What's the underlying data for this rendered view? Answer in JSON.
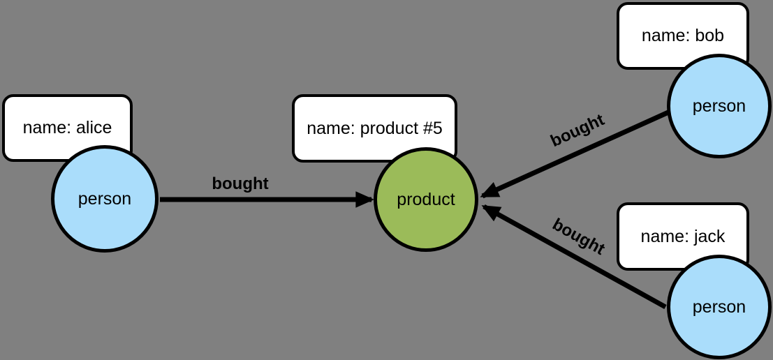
{
  "background_color": "#808080",
  "border_color": "#000000",
  "graph": {
    "type": "property-graph-diagram",
    "nodes": [
      {
        "id": "alice",
        "label": "person",
        "fill": "#aaddfb",
        "property_text": "name: alice"
      },
      {
        "id": "product5",
        "label": "product",
        "fill": "#9bbb59",
        "property_text": "name: product #5"
      },
      {
        "id": "bob",
        "label": "person",
        "fill": "#aaddfb",
        "property_text": "name: bob"
      },
      {
        "id": "jack",
        "label": "person",
        "fill": "#aaddfb",
        "property_text": "name: jack"
      }
    ],
    "edges": [
      {
        "from": "alice",
        "to": "product5",
        "label": "bought"
      },
      {
        "from": "bob",
        "to": "product5",
        "label": "bought"
      },
      {
        "from": "jack",
        "to": "product5",
        "label": "bought"
      }
    ]
  }
}
